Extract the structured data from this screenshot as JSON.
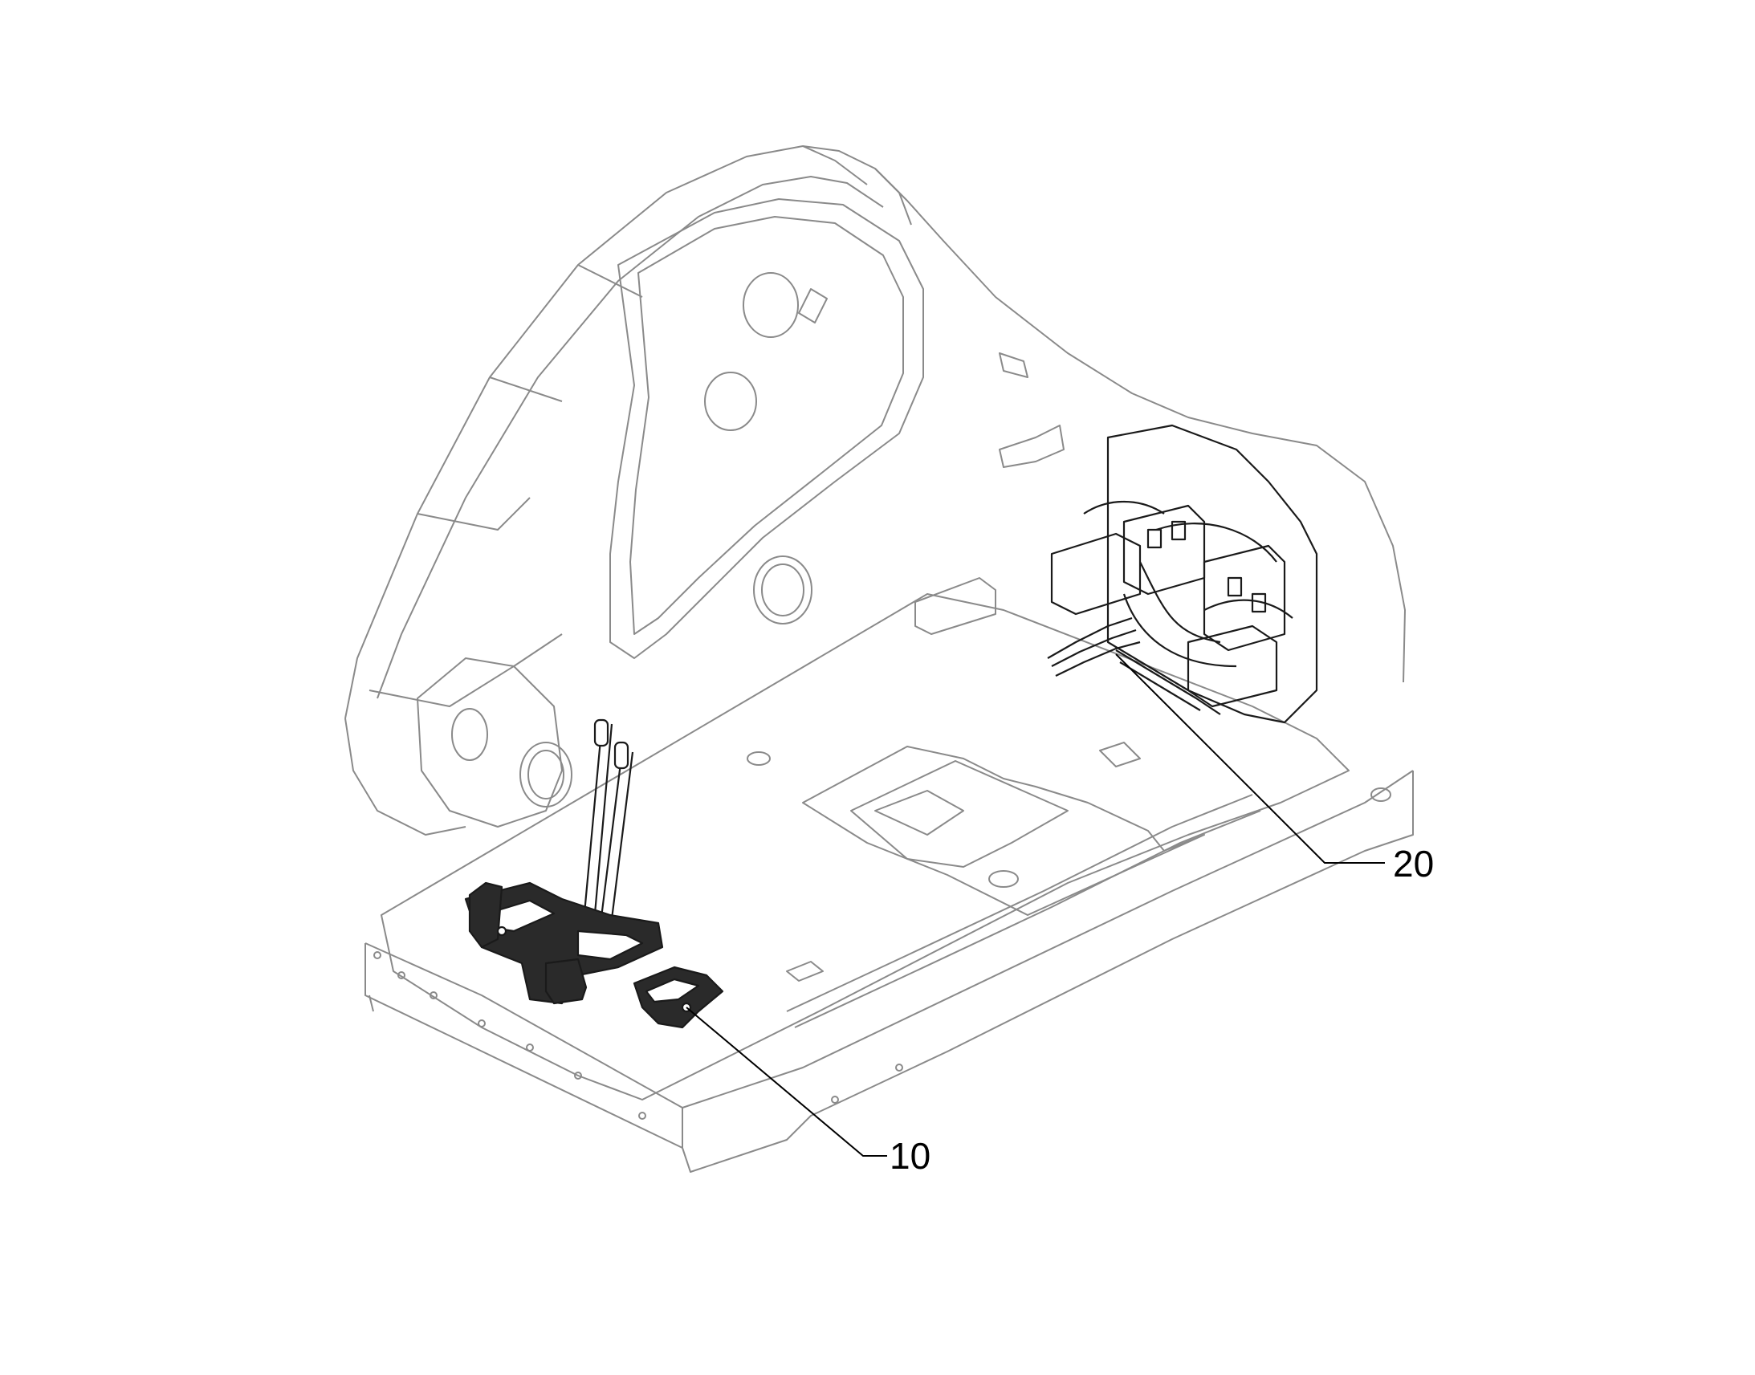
{
  "diagram": {
    "kind": "isometric technical line drawing",
    "colors": {
      "line_light": "#8a8a8a",
      "line_dark": "#1a1a1a",
      "fill_dark": "#2a2a2a",
      "background": "#ffffff"
    },
    "callouts": [
      {
        "id": "callout-10",
        "label": "10"
      },
      {
        "id": "callout-20",
        "label": "20"
      }
    ]
  }
}
